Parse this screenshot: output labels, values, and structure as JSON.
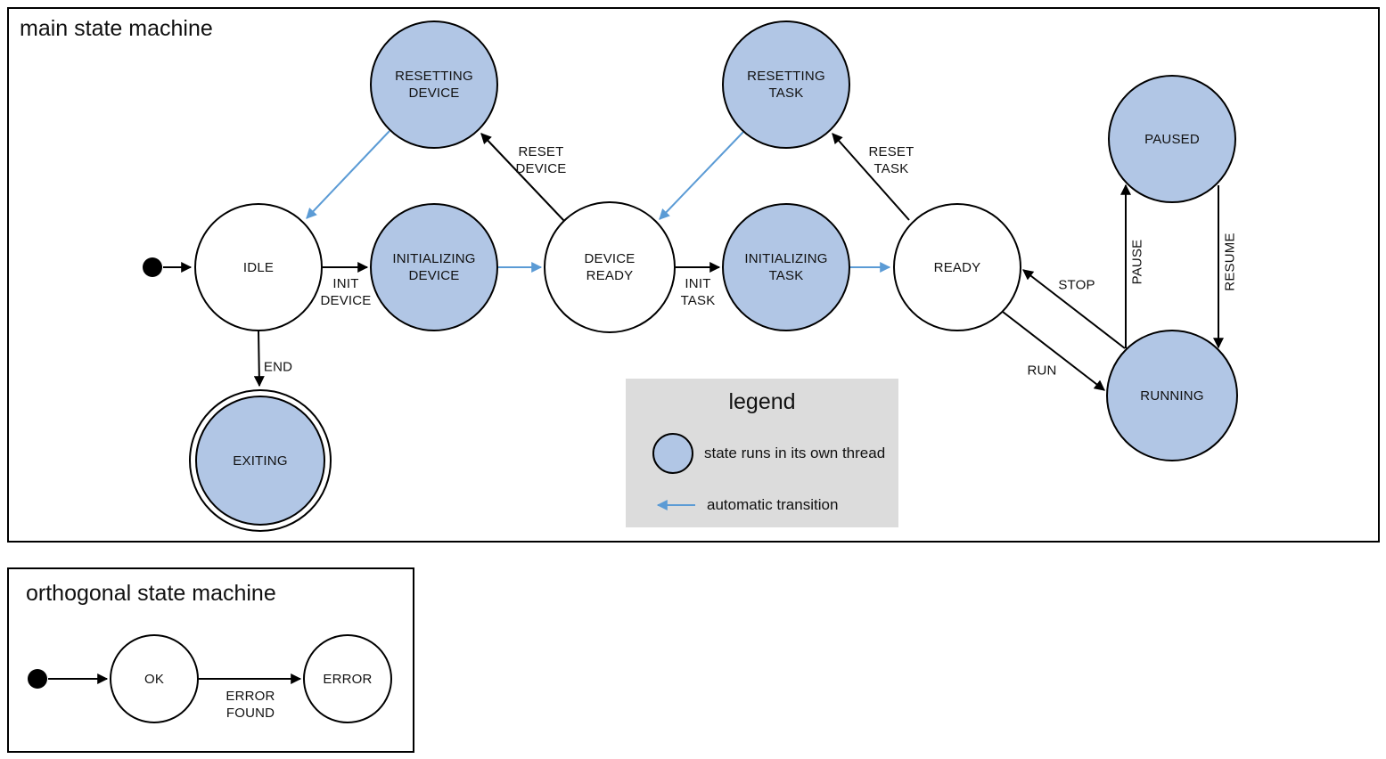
{
  "colors": {
    "threaded_state_fill": "#b1c6e5",
    "normal_state_fill": "#ffffff",
    "automatic_transition_blue": "#5b9bd5",
    "outline": "#000000",
    "legend_background": "#dcdcdc"
  },
  "main_machine": {
    "title": "main state machine",
    "states": {
      "idle": {
        "label": "IDLE",
        "threaded": false
      },
      "resetting_device": {
        "label": "RESETTING\nDEVICE",
        "threaded": true
      },
      "initializing_device": {
        "label": "INITIALIZING\nDEVICE",
        "threaded": true
      },
      "device_ready": {
        "label": "DEVICE\nREADY",
        "threaded": false
      },
      "resetting_task": {
        "label": "RESETTING\nTASK",
        "threaded": true
      },
      "initializing_task": {
        "label": "INITIALIZING\nTASK",
        "threaded": true
      },
      "ready": {
        "label": "READY",
        "threaded": false
      },
      "paused": {
        "label": "PAUSED",
        "threaded": true
      },
      "running": {
        "label": "RUNNING",
        "threaded": true
      },
      "exiting": {
        "label": "EXITING",
        "threaded": true,
        "final": true
      }
    },
    "transitions": {
      "start_idle": {
        "from": "initial",
        "to": "IDLE",
        "label": "",
        "kind": "event"
      },
      "init_device": {
        "from": "IDLE",
        "to": "INITIALIZING DEVICE",
        "label": "INIT\nDEVICE",
        "kind": "event"
      },
      "auto_device_ready": {
        "from": "INITIALIZING DEVICE",
        "to": "DEVICE READY",
        "label": "",
        "kind": "automatic"
      },
      "reset_device": {
        "from": "DEVICE READY",
        "to": "RESETTING DEVICE",
        "label": "RESET\nDEVICE",
        "kind": "event"
      },
      "auto_idle": {
        "from": "RESETTING DEVICE",
        "to": "IDLE",
        "label": "",
        "kind": "automatic"
      },
      "init_task": {
        "from": "DEVICE READY",
        "to": "INITIALIZING TASK",
        "label": "INIT\nTASK",
        "kind": "event"
      },
      "auto_ready": {
        "from": "INITIALIZING TASK",
        "to": "READY",
        "label": "",
        "kind": "automatic"
      },
      "reset_task": {
        "from": "READY",
        "to": "RESETTING TASK",
        "label": "RESET\nTASK",
        "kind": "event"
      },
      "auto_device_ready_2": {
        "from": "RESETTING TASK",
        "to": "DEVICE READY",
        "label": "",
        "kind": "automatic"
      },
      "run": {
        "from": "READY",
        "to": "RUNNING",
        "label": "RUN",
        "kind": "event"
      },
      "stop": {
        "from": "RUNNING",
        "to": "READY",
        "label": "STOP",
        "kind": "event"
      },
      "pause": {
        "from": "RUNNING",
        "to": "PAUSED",
        "label": "PAUSE",
        "kind": "event"
      },
      "resume": {
        "from": "PAUSED",
        "to": "RUNNING",
        "label": "RESUME",
        "kind": "event"
      },
      "end": {
        "from": "IDLE",
        "to": "EXITING",
        "label": "END",
        "kind": "event"
      }
    }
  },
  "legend": {
    "title": "legend",
    "items": {
      "threaded_state": "state runs in its own thread",
      "automatic_transition": "automatic transition"
    }
  },
  "orthogonal_machine": {
    "title": "orthogonal state machine",
    "states": {
      "ok": {
        "label": "OK",
        "threaded": false
      },
      "error": {
        "label": "ERROR",
        "threaded": false
      }
    },
    "transitions": {
      "start_ok": {
        "from": "initial",
        "to": "OK",
        "label": "",
        "kind": "event"
      },
      "error_found": {
        "from": "OK",
        "to": "ERROR",
        "label": "ERROR\nFOUND",
        "kind": "event"
      }
    }
  }
}
